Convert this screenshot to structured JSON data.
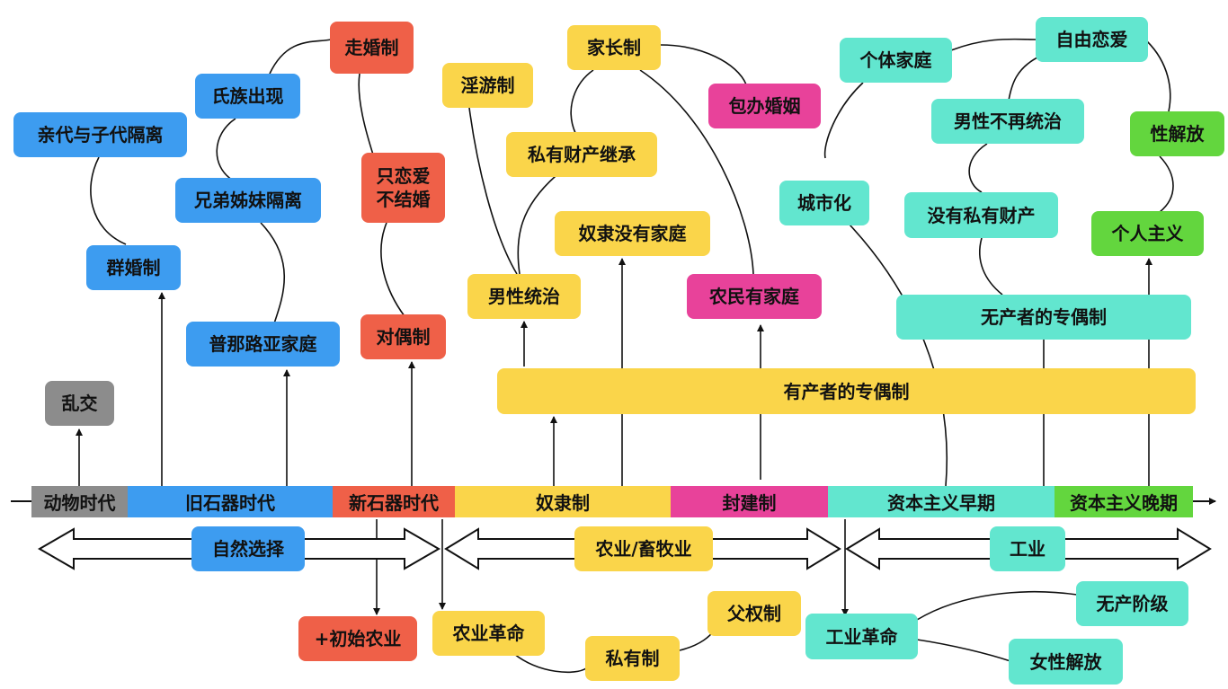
{
  "colors": {
    "gray": "#8c8c8c",
    "blue": "#3d9cf0",
    "red": "#ef6048",
    "yellow": "#fad54a",
    "pink": "#e8429a",
    "teal": "#62e6cf",
    "green": "#63d63e"
  },
  "eras": [
    {
      "label": "动物时代"
    },
    {
      "label": "旧石器时代"
    },
    {
      "label": "新石器时代"
    },
    {
      "label": "奴隶制"
    },
    {
      "label": "封建制"
    },
    {
      "label": "资本主义早期"
    },
    {
      "label": "资本主义晚期"
    }
  ],
  "stages": [
    {
      "label": "自然选择"
    },
    {
      "label": "农业/畜牧业"
    },
    {
      "label": "工业"
    }
  ],
  "marriage_forms": {
    "promiscuity": "乱交",
    "group_marriage": "群婚制",
    "generation_separation": "亲代与子代隔离",
    "clan_emergence": "氏族出现",
    "sibling_separation": "兄弟姊妹隔离",
    "punaluan_family": "普那路亚家庭",
    "walking_marriage": "走婚制",
    "love_without_marriage": "只恋爱\n不结婚",
    "pairing_marriage": "对偶制",
    "promiscuous_system": "淫游制",
    "patriarchal_household": "家长制",
    "private_property_inheritance": "私有财产继承",
    "male_dominance": "男性统治",
    "slaves_no_family": "奴隶没有家庭",
    "arranged_marriage": "包办婚姻",
    "peasants_have_family": "农民有家庭",
    "propertied_monogamy": "有产者的专偶制",
    "individual_family": "个体家庭",
    "free_love": "自由恋爱",
    "no_more_male_dominance": "男性不再统治",
    "sexual_liberation": "性解放",
    "urbanization": "城市化",
    "no_private_property": "没有私有财产",
    "individualism": "个人主义",
    "proletarian_monogamy": "无产者的专偶制"
  },
  "events": {
    "early_agriculture": "+初始农业",
    "agricultural_revolution": "农业革命",
    "private_ownership": "私有制",
    "patriarchy": "父权制",
    "industrial_revolution": "工业革命",
    "proletariat": "无产阶级",
    "womens_liberation": "女性解放"
  }
}
